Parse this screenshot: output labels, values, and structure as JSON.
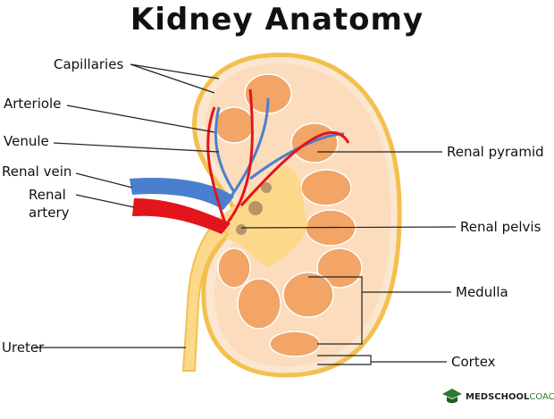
{
  "title": "Kidney Anatomy",
  "labels": {
    "capillaries": "Capillaries",
    "arteriole": "Arteriole",
    "venule": "Venule",
    "renal_vein": "Renal vein",
    "renal_artery_1": "Renal",
    "renal_artery_2": "artery",
    "ureter": "Ureter",
    "renal_pyramid": "Renal pyramid",
    "renal_pelvis": "Renal pelvis",
    "medulla": "Medulla",
    "cortex": "Cortex"
  },
  "logo": {
    "part1": "MEDSCHOOL",
    "part2": "COACH"
  },
  "colors": {
    "capsule": "#f3c04e",
    "cortex": "#fbdcbc",
    "pyramid": "#f2a566",
    "pelvis": "#fcd98a",
    "vein": "#4a7fcf",
    "artery": "#e3141b",
    "brand": "#2d7a32"
  }
}
